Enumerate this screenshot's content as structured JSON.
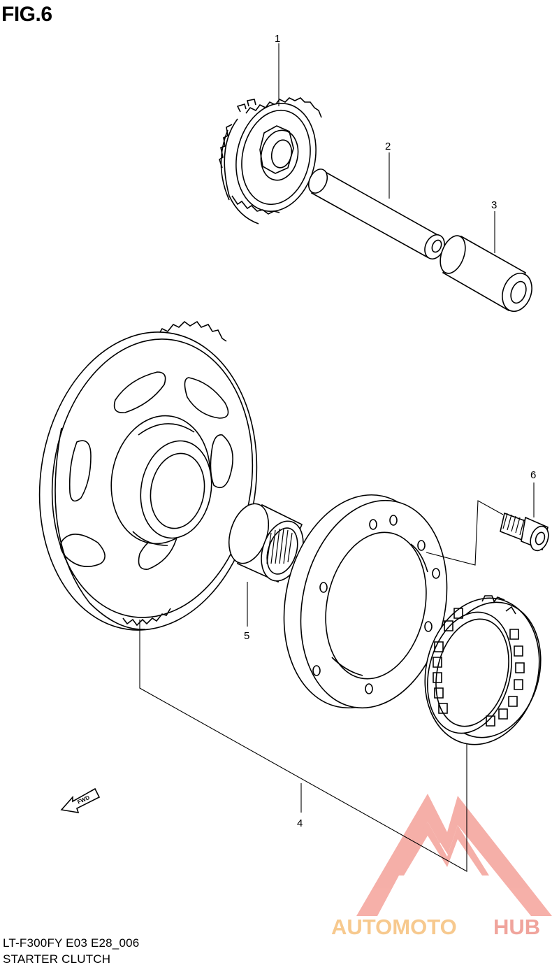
{
  "figure": {
    "title": "FIG.6",
    "model_code": "LT-F300FY E03 E28_006",
    "name": "STARTER CLUTCH"
  },
  "parts": [
    {
      "ref": "1",
      "icon": "starter-idle-gear-icon"
    },
    {
      "ref": "2",
      "icon": "idle-gear-shaft-icon"
    },
    {
      "ref": "3",
      "icon": "bushing-icon"
    },
    {
      "ref": "4",
      "icon": "starter-clutch-assembly-icon"
    },
    {
      "ref": "5",
      "icon": "needle-bearing-icon"
    },
    {
      "ref": "6",
      "icon": "bolt-icon"
    }
  ],
  "direction_marker": {
    "label": "FWD",
    "icon": "forward-arrow-icon"
  },
  "watermark": {
    "brand_a": "AUTOMOTO",
    "brand_b": "HUB",
    "colors": {
      "logo": "#f4a29a",
      "brand_a": "#f7c98e",
      "brand_b": "#f0a49c"
    }
  }
}
